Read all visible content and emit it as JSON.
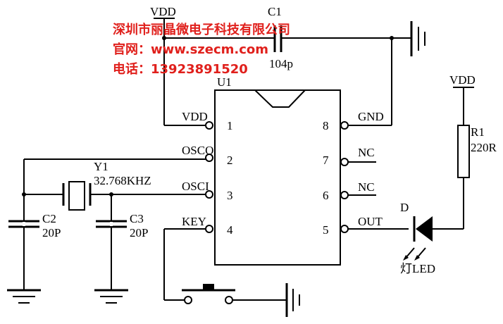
{
  "watermark": {
    "company": "深圳市丽晶微电子科技有限公司",
    "website": "官网：www.szecm.com",
    "phone": "电话：13923891520"
  },
  "ic": {
    "ref": "U1",
    "pins": [
      {
        "num": "1",
        "name": "VDD"
      },
      {
        "num": "2",
        "name": "OSCO"
      },
      {
        "num": "3",
        "name": "OSCI"
      },
      {
        "num": "4",
        "name": "KEY"
      },
      {
        "num": "5",
        "name": "OUT"
      },
      {
        "num": "6",
        "name": "NC"
      },
      {
        "num": "7",
        "name": "NC"
      },
      {
        "num": "8",
        "name": "GND"
      }
    ]
  },
  "components": {
    "vdd_top": "VDD",
    "vdd_right": "VDD",
    "c1_ref": "C1",
    "c1_val": "104p",
    "y1_ref": "Y1",
    "y1_val": "32.768KHZ",
    "c2_ref": "C2",
    "c2_val": "20P",
    "c3_ref": "C3",
    "c3_val": "20P",
    "r1_ref": "R1",
    "r1_val": "220R",
    "d_ref": "D",
    "led_label": "灯LED"
  }
}
